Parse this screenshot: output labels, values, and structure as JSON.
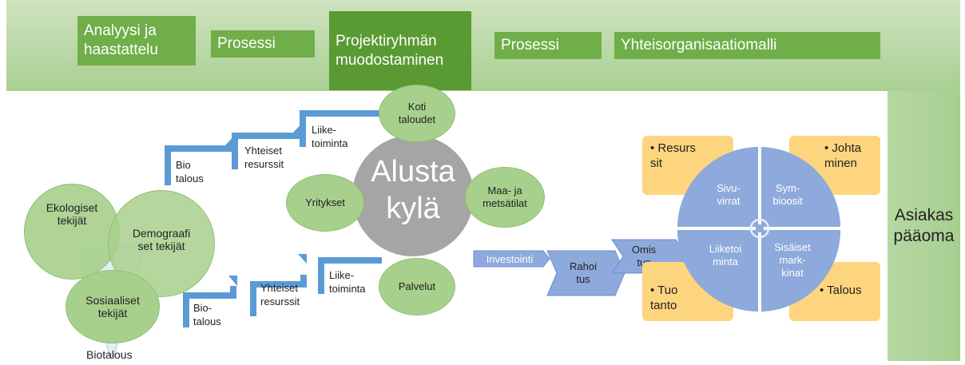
{
  "banner": {
    "steps": [
      "Analyysi ja haastattelu",
      "Prosessi",
      "Projektiryhmän muodostaminen",
      "Prosessi",
      "Yhteisorganisaatiomalli"
    ]
  },
  "side_panel": {
    "label": "Asiakas pääoma"
  },
  "venn": {
    "ecological": "Ekologiset tekijät",
    "demographic": "Demograafi set tekijät",
    "social": "Sosiaaliset tekijät",
    "funnel_label": "Biotalous"
  },
  "upper_stairs": {
    "labels": [
      "Bio talous",
      "Yhteiset resurssit",
      "Liike- toiminta"
    ]
  },
  "lower_stairs": {
    "labels": [
      "Bio- talous",
      "Yhteiset resurssit",
      "Liike- toiminta"
    ]
  },
  "platform": {
    "center": "Alusta kylä",
    "households": "Koti taloudet",
    "companies": "Yritykset",
    "farms": "Maa- ja metsätilat",
    "services": "Palvelut"
  },
  "flow": {
    "investment": "Investointi",
    "financing": "Rahoi tus",
    "ownership": "Omis tus"
  },
  "model": {
    "quadrants": [
      "Sivu- virrat",
      "Sym- bioosit",
      "Liiketoi minta",
      "Sisäiset mark- kinat"
    ],
    "corners": [
      "Resurs sit",
      "Johta minen",
      "Tuo tanto",
      "Talous"
    ]
  },
  "colors": {
    "green_step": "#6fae48",
    "circle_green": "#a8d08d",
    "platform_gray": "#a5a5a5",
    "stair_blue": "#5b9bd5",
    "wheel_blue": "#8ea9db",
    "corner_yellow": "#fed57f"
  }
}
